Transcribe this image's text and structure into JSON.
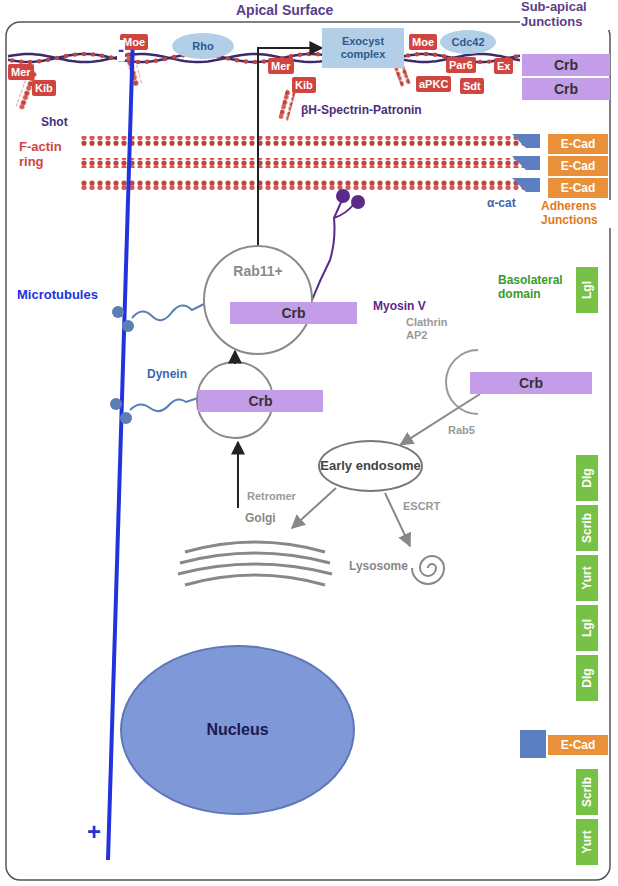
{
  "diagram": {
    "nodes": [
      {
        "text": [
          "Mer"
        ]
      },
      {
        "text": [
          "Kib"
        ]
      },
      {
        "text": [
          "Moe"
        ]
      },
      {
        "text": [
          "Rho"
        ]
      },
      {
        "text": [
          "Mer"
        ]
      },
      {
        "text": [
          "Kib"
        ]
      },
      {
        "text": [
          "Exocyst complex"
        ]
      },
      {
        "text": [
          "Moe"
        ]
      },
      {
        "text": [
          "Cdc42"
        ]
      },
      {
        "text": [
          "Par6"
        ]
      },
      {
        "text": [
          "aPKC"
        ]
      },
      {
        "text": [
          "Sdt"
        ]
      },
      {
        "text": [
          "Ex"
        ]
      },
      {
        "text": [
          "Crb"
        ]
      },
      {
        "text": [
          "Crb"
        ]
      },
      {
        "text": [
          "E-Cad"
        ]
      },
      {
        "text": [
          "E-Cad"
        ]
      },
      {
        "text": [
          "E-Cad"
        ]
      },
      {
        "text": [
          "Lgl"
        ]
      },
      {
        "text": [
          "Rab11+"
        ]
      },
      {
        "text": [
          "Crb"
        ],
        "in": 19
      },
      {
        "text": [
          "Crb"
        ]
      },
      {
        "text": [
          "Crb"
        ]
      },
      {
        "text": [
          "Early endosome"
        ]
      },
      {
        "text": [
          "Dlg"
        ]
      },
      {
        "text": [
          "Scrib"
        ]
      },
      {
        "text": [
          "Yurt"
        ]
      },
      {
        "text": [
          "Lgl"
        ]
      },
      {
        "text": [
          "Dlg"
        ]
      },
      {
        "text": [
          "E-Cad"
        ]
      },
      {
        "text": [
          "Scrib"
        ]
      },
      {
        "text": [
          "Yurt"
        ]
      },
      {
        "text": [
          "Nucleus"
        ]
      }
    ],
    "edges": [
      {
        "from": 22,
        "to": 19,
        "arrow": "to"
      },
      {
        "from": 19,
        "to": 6,
        "arrow": "to"
      },
      {
        "from": 21,
        "to": 23,
        "arrow": "to"
      }
    ],
    "labels": [
      "Apical Surface",
      "Sub-apical Junctions",
      "-",
      "Shot",
      "βH-Spectrin-Patronin",
      "F-actin ring",
      "α-cat",
      "Adherens Junctions",
      "Basolateral domain",
      "Microtubules",
      "Myosin V",
      "Clathrin AP2",
      "Dynein",
      "Rab5",
      "Retromer",
      "ESCRT",
      "Golgi",
      "Lysosome",
      "+"
    ]
  }
}
